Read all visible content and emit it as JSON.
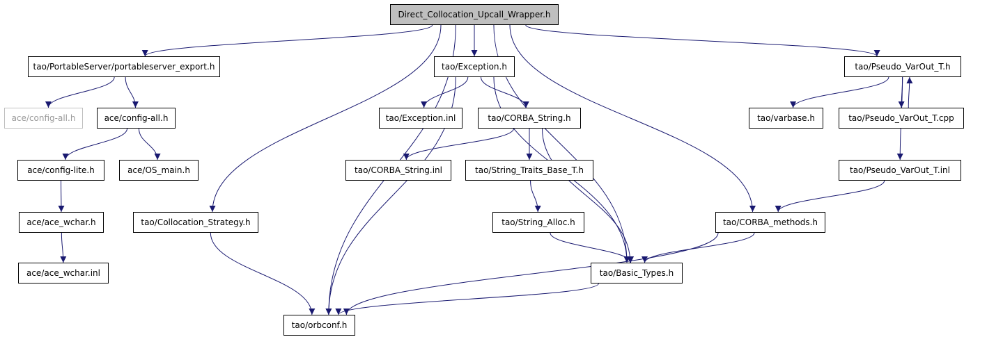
{
  "colors": {
    "edge": "#191970",
    "node_border": "#000000",
    "root_fill": "#bfbfbf",
    "missing_border": "#bfbfbf"
  },
  "nodes": {
    "root": "Direct_Collocation_Upcall_Wrapper.h",
    "pse": "tao/PortableServer/portableserver_export.h",
    "cfg_gray": "ace/config-all.h",
    "cfg_all": "ace/config-all.h",
    "cfg_lite": "ace/config-lite.h",
    "os_main": "ace/OS_main.h",
    "wchar_h": "ace/ace_wchar.h",
    "wchar_inl": "ace/ace_wchar.inl",
    "coll": "tao/Collocation_Strategy.h",
    "orbconf": "tao/orbconf.h",
    "exc_h": "tao/Exception.h",
    "exc_inl": "tao/Exception.inl",
    "cstr_h": "tao/CORBA_String.h",
    "cstr_inl": "tao/CORBA_String.inl",
    "stb": "tao/String_Traits_Base_T.h",
    "salloc": "tao/String_Alloc.h",
    "basic": "tao/Basic_Types.h",
    "pvo_h": "tao/Pseudo_VarOut_T.h",
    "varbase": "tao/varbase.h",
    "pvo_cpp": "tao/Pseudo_VarOut_T.cpp",
    "pvo_inl": "tao/Pseudo_VarOut_T.inl",
    "cmeth": "tao/CORBA_methods.h"
  },
  "edges": [
    [
      "root",
      "pse"
    ],
    [
      "root",
      "coll"
    ],
    [
      "root",
      "orbconf"
    ],
    [
      "root",
      "exc_h"
    ],
    [
      "root",
      "basic"
    ],
    [
      "root",
      "cmeth"
    ],
    [
      "root",
      "pvo_h"
    ],
    [
      "pse",
      "cfg_gray"
    ],
    [
      "pse",
      "cfg_all"
    ],
    [
      "cfg_all",
      "cfg_lite"
    ],
    [
      "cfg_all",
      "os_main"
    ],
    [
      "cfg_lite",
      "wchar_h"
    ],
    [
      "wchar_h",
      "wchar_inl"
    ],
    [
      "coll",
      "orbconf"
    ],
    [
      "exc_h",
      "orbconf"
    ],
    [
      "exc_h",
      "exc_inl"
    ],
    [
      "exc_h",
      "cstr_h"
    ],
    [
      "exc_h",
      "basic"
    ],
    [
      "cstr_h",
      "cstr_inl"
    ],
    [
      "cstr_h",
      "stb"
    ],
    [
      "cstr_h",
      "basic"
    ],
    [
      "stb",
      "salloc"
    ],
    [
      "salloc",
      "basic"
    ],
    [
      "basic",
      "orbconf"
    ],
    [
      "pvo_h",
      "varbase"
    ],
    [
      "pvo_h",
      "pvo_cpp"
    ],
    [
      "pvo_cpp",
      "pvo_h"
    ],
    [
      "pvo_h",
      "pvo_inl"
    ],
    [
      "pvo_inl",
      "cmeth"
    ],
    [
      "cmeth",
      "basic"
    ],
    [
      "cmeth",
      "orbconf"
    ]
  ]
}
